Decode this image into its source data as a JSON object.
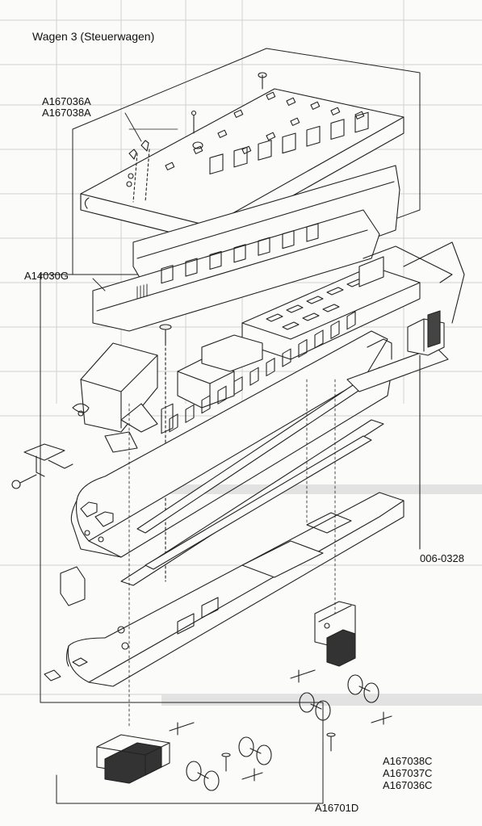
{
  "title": "Wagen 3 (Steuerwagen)",
  "part_labels": {
    "roof_a": "A167036A",
    "roof_b": "A167038A",
    "body": "A14030G",
    "light_part": "006-0328",
    "bogie_c1": "A167038C",
    "bogie_c2": "A167037C",
    "bogie_c3": "A167036C",
    "chassis": "A16701D"
  },
  "colors": {
    "line": "#222222",
    "paper": "#fbfbf9",
    "ghost": "#c8c8c8"
  }
}
